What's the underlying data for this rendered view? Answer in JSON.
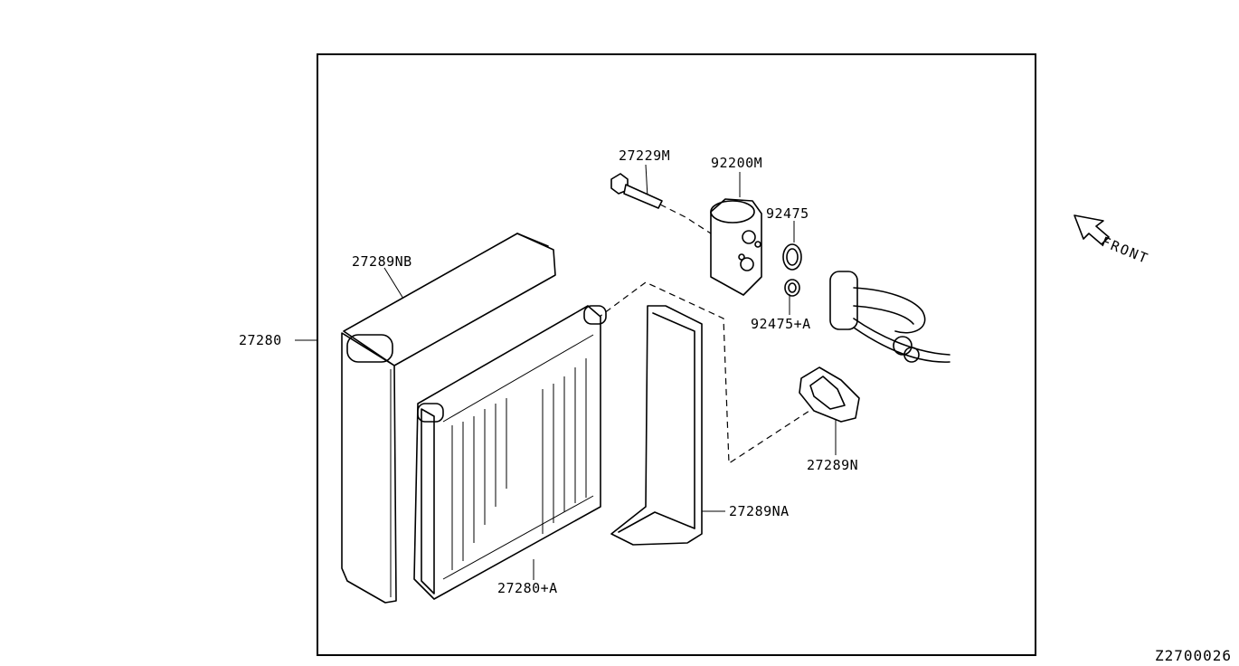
{
  "parts": {
    "p27229M": "27229M",
    "p92200M": "92200M",
    "p92475": "92475",
    "p27289NB": "27289NB",
    "p27280": "27280",
    "p92475A": "92475+A",
    "p27289N": "27289N",
    "p27289NA": "27289NA",
    "p27280A": "27280+A"
  },
  "front_label": "FRONT",
  "diagram_code": "Z2700026"
}
